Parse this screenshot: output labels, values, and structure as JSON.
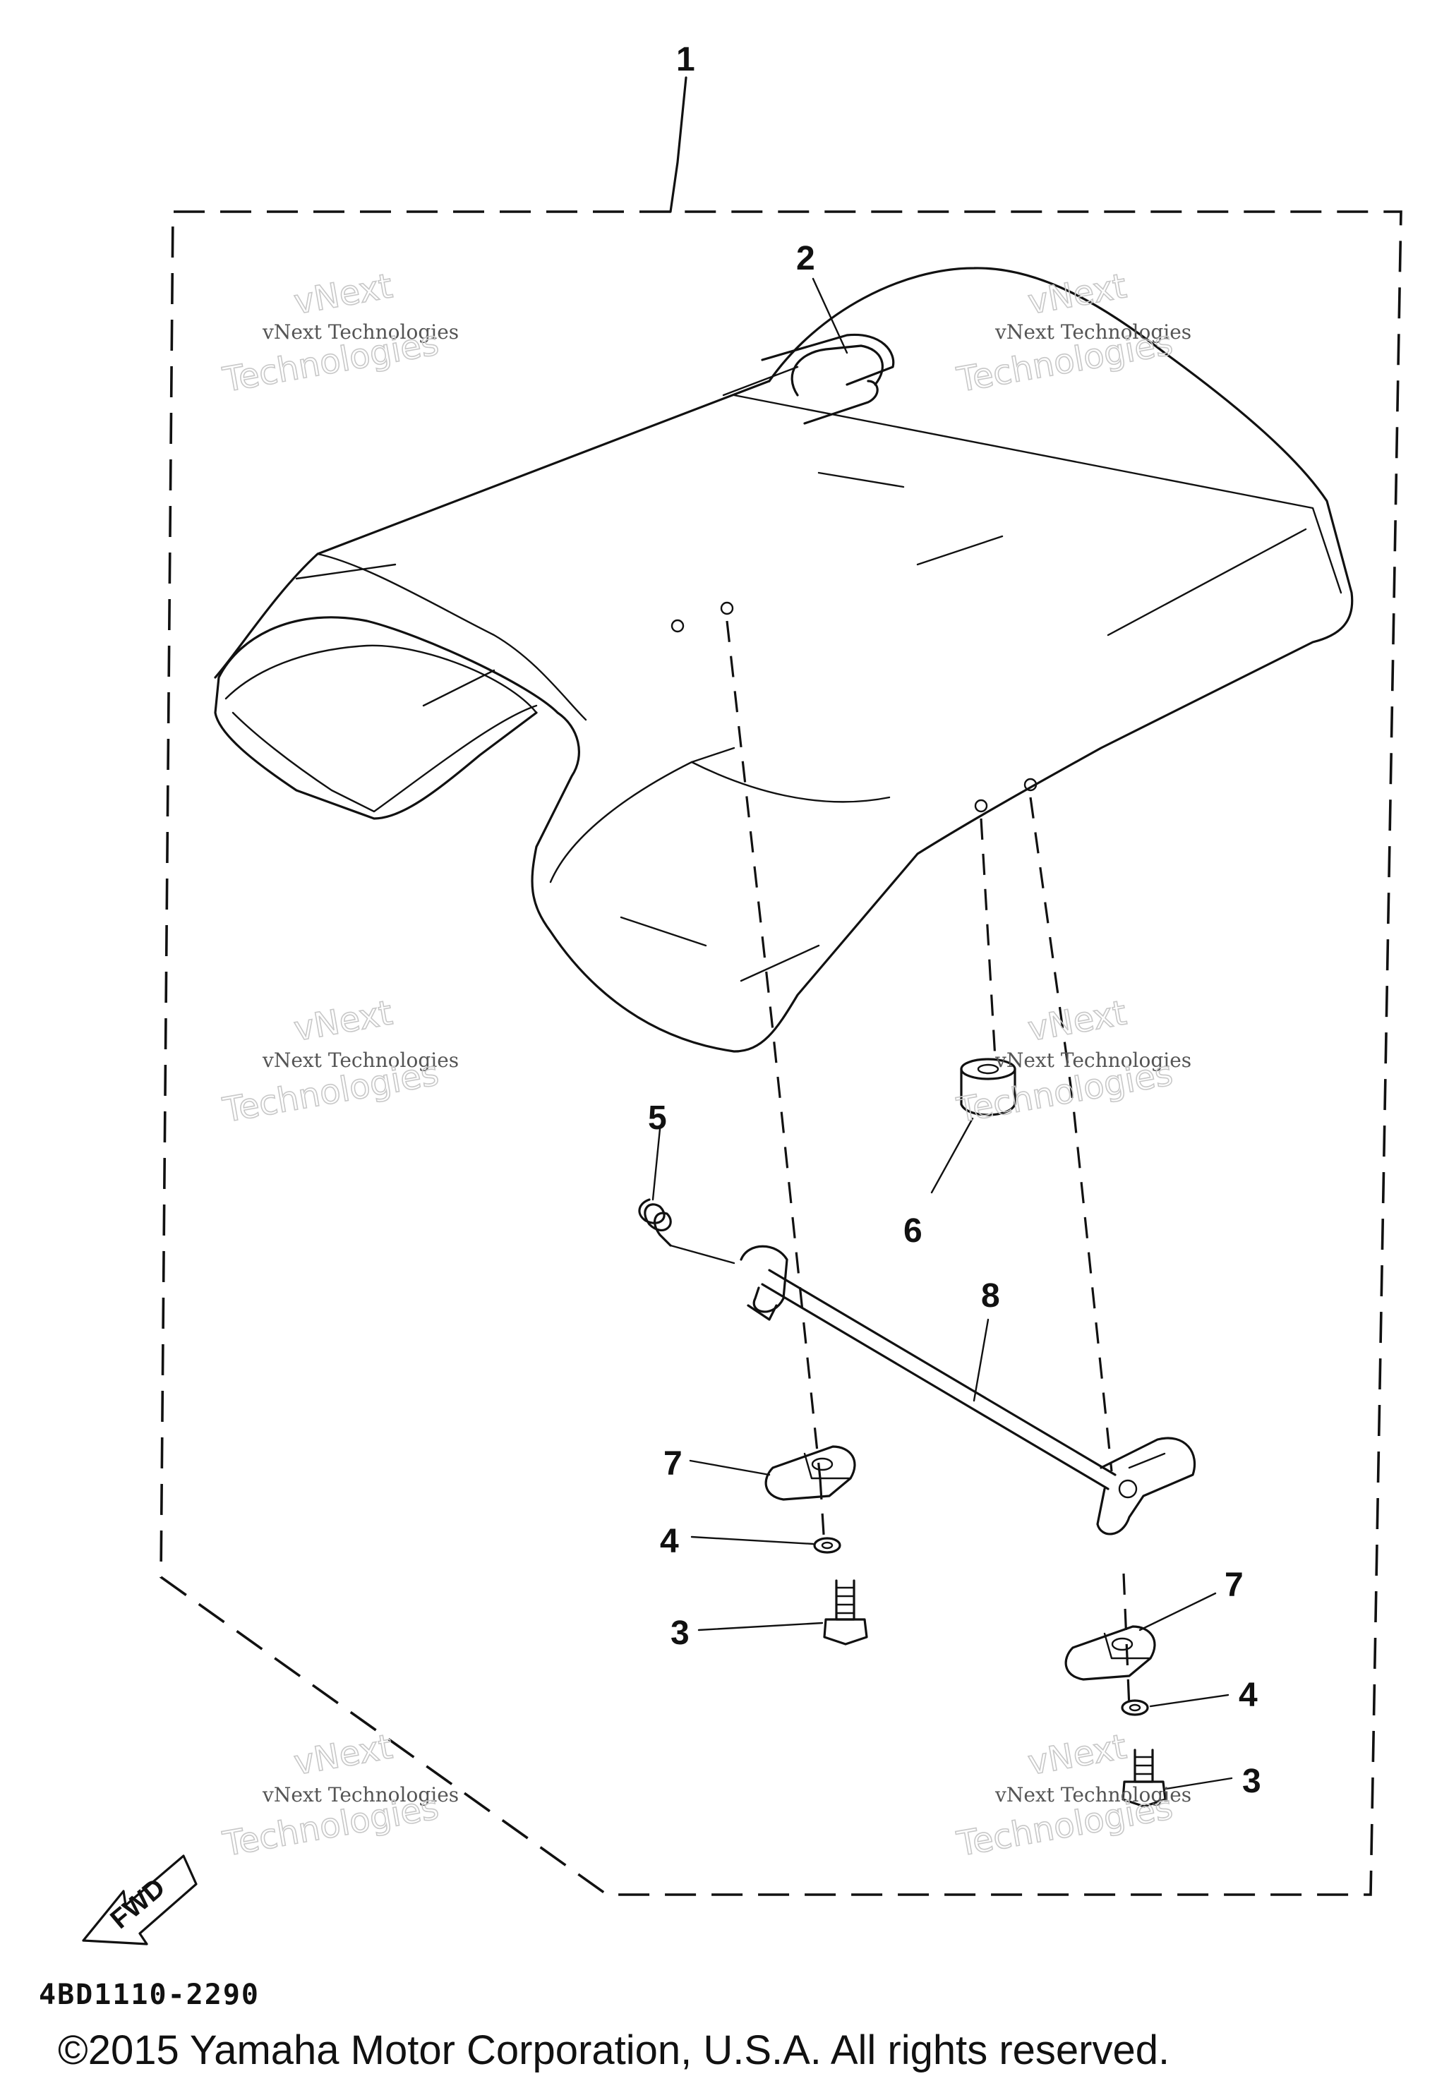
{
  "diagram": {
    "callouts": {
      "c1": "1",
      "c2": "2",
      "c3a": "3",
      "c3b": "3",
      "c4a": "4",
      "c4b": "4",
      "c5": "5",
      "c6": "6",
      "c7a": "7",
      "c7b": "7",
      "c8": "8"
    },
    "direction_arrow": "FWD",
    "diagram_code": "4BD1110-2290"
  },
  "watermark": {
    "line_a": "vNext",
    "line_b": "vNext Technologies",
    "line_c": "Technologies"
  },
  "footer": {
    "copyright": "©2015 Yamaha Motor Corporation, U.S.A. All rights reserved."
  }
}
